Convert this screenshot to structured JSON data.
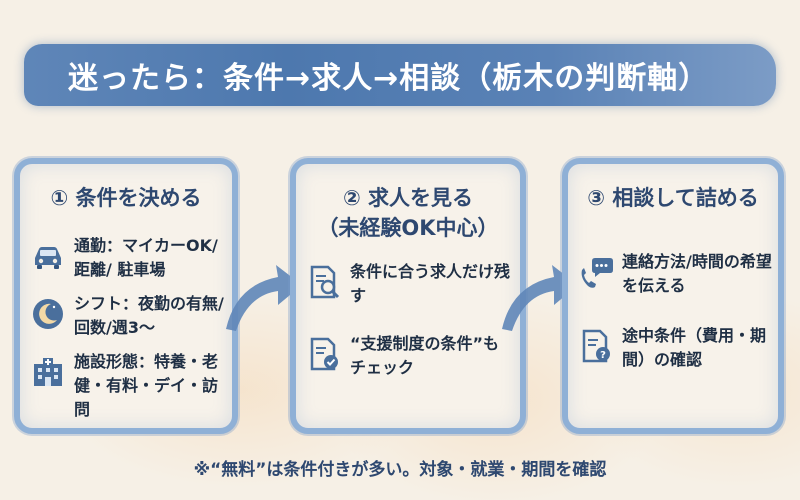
{
  "title": "迷ったら：条件→求人→相談（栃木の判断軸）",
  "steps": [
    {
      "title": "① 条件を決める",
      "items": [
        {
          "icon": "car-icon",
          "text": "通勤：マイカーOK/距離/ 駐車場"
        },
        {
          "icon": "moon-clock-icon",
          "text": "シフト：夜勤の有無/回数/週3〜"
        },
        {
          "icon": "facility-building-icon",
          "text": "施設形態：特養・老健・有料・デイ・訪問"
        }
      ]
    },
    {
      "title": "② 求人を見る",
      "subtitle": "（未経験OK中心）",
      "items": [
        {
          "icon": "document-search-icon",
          "text": "条件に合う求人だけ残す"
        },
        {
          "icon": "document-check-icon",
          "text": "“支援制度の条件”もチェック"
        }
      ]
    },
    {
      "title": "③ 相談して詰める",
      "items": [
        {
          "icon": "phone-chat-icon",
          "text": "連絡方法/時間の希望を伝える"
        },
        {
          "icon": "document-question-icon",
          "text": "途中条件（費用・期間）の確認"
        }
      ]
    }
  ],
  "footer": "※“無料”は条件付きが多い。対象・就業・期間を確認",
  "colors": {
    "accent": "#4d78ae",
    "card_border": "#8fb0d6",
    "text": "#243a55"
  }
}
